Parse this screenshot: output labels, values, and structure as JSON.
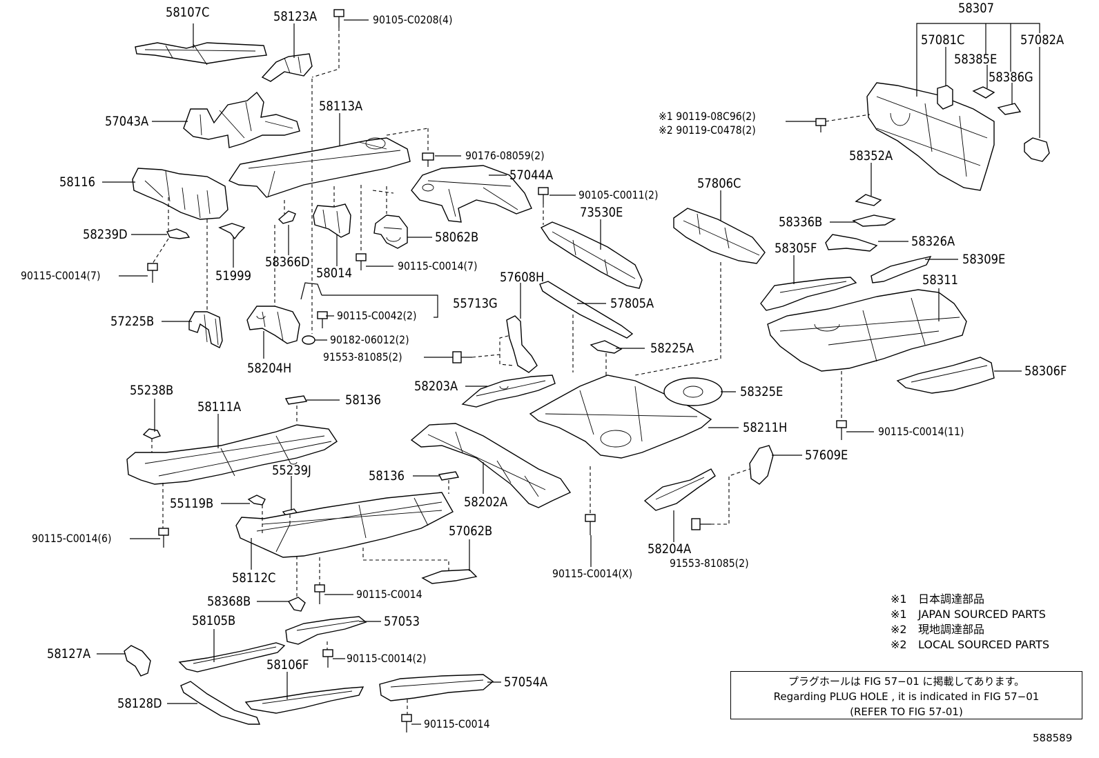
{
  "labels": {
    "p58107C": "58107C",
    "p58123A": "58123A",
    "f90105_C0208": "90105-C0208(4)",
    "p57043A": "57043A",
    "p58113A": "58113A",
    "f90176_08059": "90176-08059(2)",
    "p58116": "58116",
    "p57044A": "57044A",
    "f90105_C0011": "90105-C0011(2)",
    "p58239D": "58239D",
    "p58062B": "58062B",
    "f90115_C0014_7a": "90115-C0014(7)",
    "p58366D": "58366D",
    "p51999": "51999",
    "p58014": "58014",
    "f90115_C0014_7b": "90115-C0014(7)",
    "p55713G": "55713G",
    "f90115_C0042": "90115-C0042(2)",
    "p57225B": "57225B",
    "f90182_06012": "90182-06012(2)",
    "f91553_81085a": "91553-81085(2)",
    "p58204H": "58204H",
    "p55238B": "55238B",
    "p58136a": "58136",
    "p58111A": "58111A",
    "p55239J": "55239J",
    "p55119B": "55119B",
    "f90115_C0014_6": "90115-C0014(6)",
    "p58136b": "58136",
    "p58202A": "58202A",
    "p58203A": "58203A",
    "p57062B": "57062B",
    "p58112C": "58112C",
    "f90115_C0014_c": "90115-C0014",
    "p58368B": "58368B",
    "p58105B": "58105B",
    "p57053": "57053",
    "f90115_C0014_2": "90115-C0014(2)",
    "p58127A": "58127A",
    "p58106F": "58106F",
    "p57054A": "57054A",
    "p58128D": "58128D",
    "f90115_C0014_d": "90115-C0014",
    "p73530E": "73530E",
    "p57806C": "57806C",
    "p57608H": "57608H",
    "p57805A": "57805A",
    "p58225A": "58225A",
    "p58325E": "58325E",
    "p58211H": "58211H",
    "p57609E": "57609E",
    "p58204A": "58204A",
    "f91553_81085b": "91553-81085(2)",
    "f90115_C0014_X": "90115-C0014(X)",
    "p58307": "58307",
    "p57081C": "57081C",
    "p57082A": "57082A",
    "p58385E": "58385E",
    "p58386G": "58386G",
    "f90119_08C96": "※1  90119-08C96(2)",
    "f90119_C0478": "※2  90119-C0478(2)",
    "p58352A": "58352A",
    "p58336B": "58336B",
    "p58326A": "58326A",
    "p58305F": "58305F",
    "p58309E": "58309E",
    "p58311": "58311",
    "p58306F": "58306F",
    "f90115_C0014_11": "90115-C0014(11)"
  },
  "legend": [
    {
      "mark": "※1",
      "text": "日本調達部品"
    },
    {
      "mark": "※1",
      "text": "JAPAN SOURCED PARTS"
    },
    {
      "mark": "※2",
      "text": "現地調達部品"
    },
    {
      "mark": "※2",
      "text": "LOCAL SOURCED PARTS"
    }
  ],
  "note": {
    "line1": "プラグホールは FIG 57−01 に掲載してあります。",
    "line2": "Regarding  PLUG  HOLE , it is indicated in FIG  57−01",
    "line3": "(REFER TO FIG 57-01)"
  },
  "diagram_number": "588589"
}
